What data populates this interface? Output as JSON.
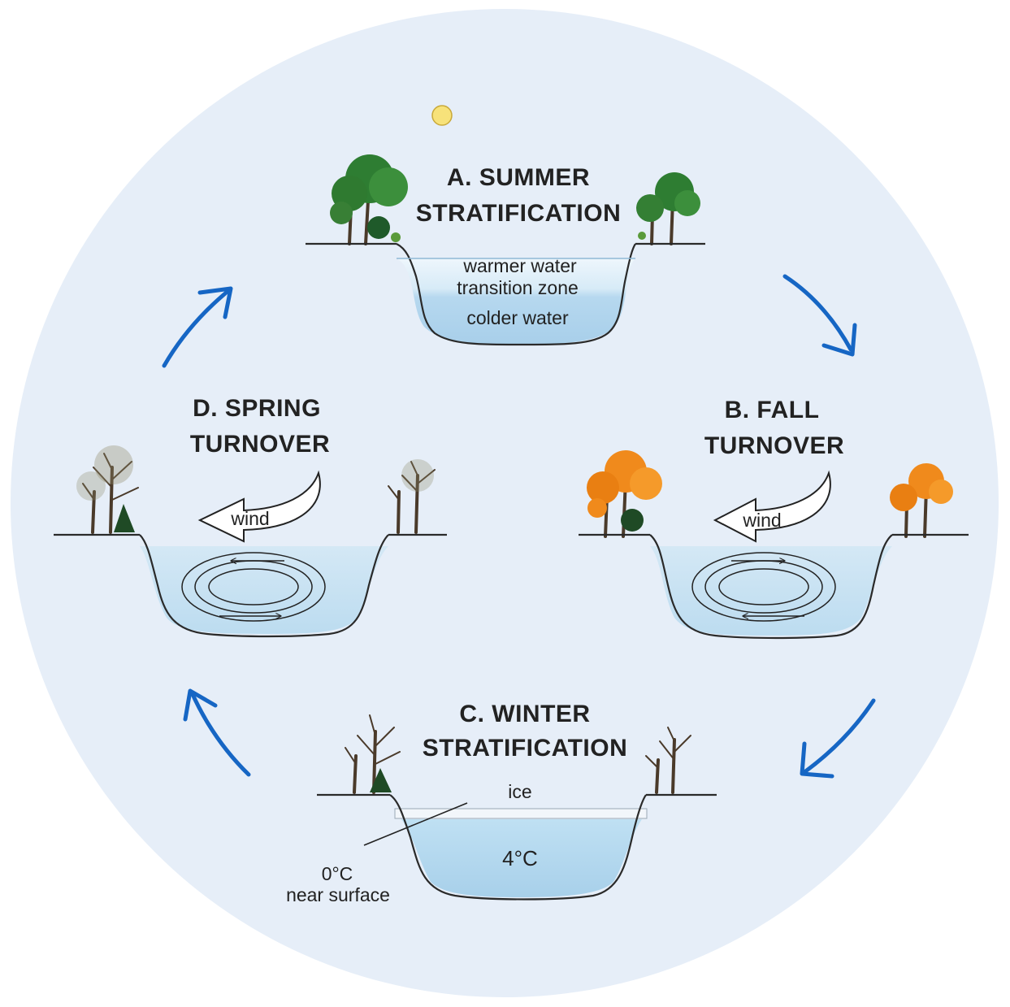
{
  "colors": {
    "background_circle": "#e6eef8",
    "water_light": "#eaf4fb",
    "water_mid": "#c7e1f2",
    "water_deep": "#a9d1ec",
    "cycle_arrow": "#1666c4",
    "summer_foliage": "#2e7d32",
    "fall_foliage": "#f08a1c",
    "sun": "#f7e27a"
  },
  "summer": {
    "title_line1": "A. SUMMER",
    "title_line2": "STRATIFICATION",
    "layer_top": "warmer water",
    "layer_mid": "transition zone",
    "layer_bottom": "colder water"
  },
  "fall": {
    "title_line1": "B. FALL",
    "title_line2": "TURNOVER",
    "wind": "wind"
  },
  "winter": {
    "title_line1": "C. WINTER",
    "title_line2": "STRATIFICATION",
    "ice": "ice",
    "deep_temp": "4°C",
    "surface_temp": "0°C",
    "surface_note": "near surface"
  },
  "spring": {
    "title_line1": "D. SPRING",
    "title_line2": "TURNOVER",
    "wind": "wind"
  }
}
